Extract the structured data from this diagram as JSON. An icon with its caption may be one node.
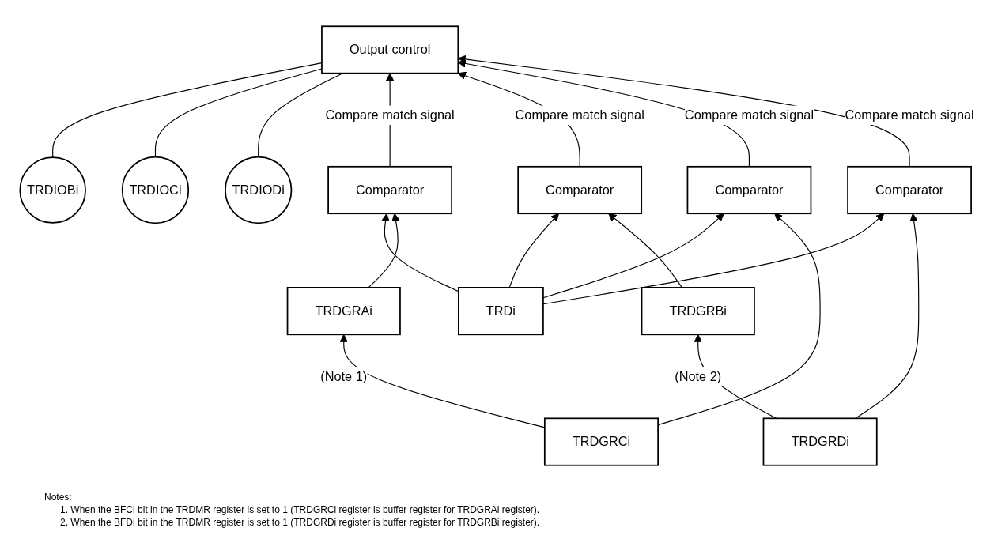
{
  "diagram": {
    "nodes": [
      {
        "text": [
          "TRDIOBi"
        ]
      },
      {
        "text": [
          "TRDIOCi"
        ]
      },
      {
        "text": [
          "TRDIODi"
        ]
      },
      {
        "text": [
          "Output control"
        ]
      },
      {
        "text": [
          "TRDi"
        ]
      },
      {
        "text": [
          "Comparator"
        ]
      },
      {
        "text": [
          "TRDGRAi"
        ]
      },
      {
        "text": [
          "Comparator"
        ]
      },
      {
        "text": [
          "TRDGRBi"
        ]
      },
      {
        "text": [
          "Comparator"
        ]
      },
      {
        "text": [
          "TRDGRCi"
        ]
      },
      {
        "text": [
          "Comparator"
        ]
      },
      {
        "text": [
          "TRDGRDi"
        ]
      }
    ],
    "edges": [
      {
        "from": 0,
        "to": 3,
        "arrow": "none"
      },
      {
        "from": 1,
        "to": 3,
        "arrow": "none"
      },
      {
        "from": 2,
        "to": 3,
        "arrow": "none"
      },
      {
        "from": 5,
        "to": 3,
        "arrow": "to",
        "label": "Compare match signal"
      },
      {
        "from": 7,
        "to": 3,
        "arrow": "to",
        "label": "Compare match signal"
      },
      {
        "from": 9,
        "to": 3,
        "arrow": "to",
        "label": "Compare match signal"
      },
      {
        "from": 11,
        "to": 3,
        "arrow": "to",
        "label": "Compare match signal"
      },
      {
        "from": 4,
        "to": 5,
        "arrow": "to"
      },
      {
        "from": 4,
        "to": 7,
        "arrow": "to"
      },
      {
        "from": 4,
        "to": 9,
        "arrow": "to"
      },
      {
        "from": 4,
        "to": 11,
        "arrow": "to"
      },
      {
        "from": 6,
        "to": 5,
        "arrow": "to"
      },
      {
        "from": 8,
        "to": 7,
        "arrow": "to"
      },
      {
        "from": 10,
        "to": 9,
        "arrow": "to"
      },
      {
        "from": 12,
        "to": 11,
        "arrow": "to"
      },
      {
        "from": 10,
        "to": 6,
        "arrow": "to",
        "label": "(Note 1)"
      },
      {
        "from": 12,
        "to": 8,
        "arrow": "to",
        "label": "(Note 2)"
      }
    ],
    "labels": [
      "Notes:",
      "1. When the BFCi bit in the TRDMR register is set to 1 (TRDGRCi register is buffer register for TRDGRAi register).",
      "2. When the BFDi bit in the TRDMR register is set to 1 (TRDGRDi register is buffer register for TRDGRBi register)."
    ]
  }
}
